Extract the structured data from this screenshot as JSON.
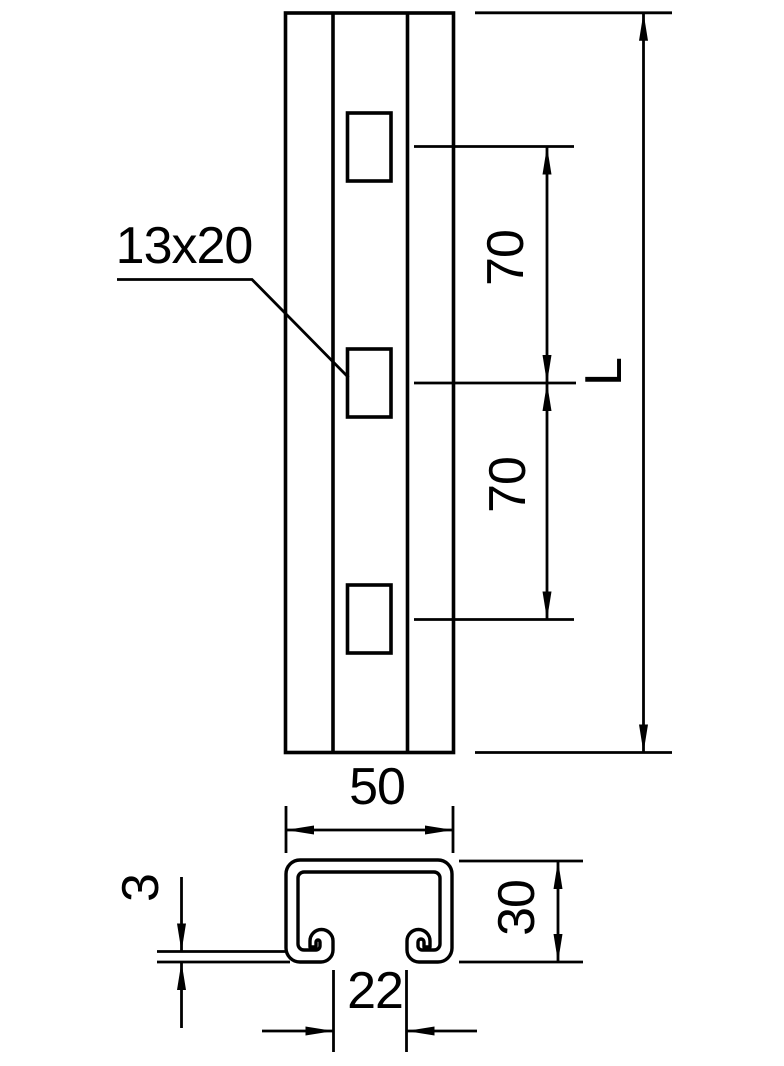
{
  "drawing": {
    "type": "technical-drawing",
    "background": "#ffffff",
    "line_color": "#000000",
    "dimensions": {
      "slot_size": "13x20",
      "spacing_upper": "70",
      "spacing_lower": "70",
      "length": "L",
      "width": "50",
      "thickness": "3",
      "height": "30",
      "opening": "22"
    }
  }
}
